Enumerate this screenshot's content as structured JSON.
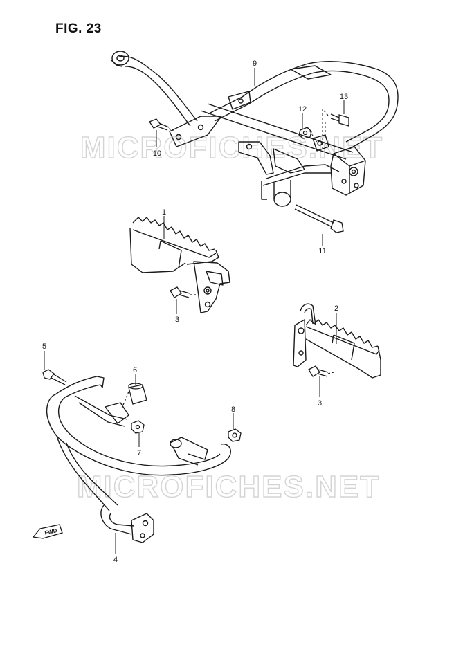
{
  "figure": {
    "title": "FIG. 23"
  },
  "watermarks": [
    "MICROFICHES.NET",
    "MICROFICHES.NET"
  ],
  "fwd_badge": "FWD",
  "callouts": [
    {
      "id": "c1",
      "label": "1"
    },
    {
      "id": "c2",
      "label": "2"
    },
    {
      "id": "c3a",
      "label": "3"
    },
    {
      "id": "c3b",
      "label": "3"
    },
    {
      "id": "c4",
      "label": "4"
    },
    {
      "id": "c5",
      "label": "5"
    },
    {
      "id": "c6",
      "label": "6"
    },
    {
      "id": "c7",
      "label": "7"
    },
    {
      "id": "c8",
      "label": "8"
    },
    {
      "id": "c9",
      "label": "9"
    },
    {
      "id": "c10",
      "label": "10"
    },
    {
      "id": "c11",
      "label": "11"
    },
    {
      "id": "c12",
      "label": "12"
    },
    {
      "id": "c13",
      "label": "13"
    }
  ],
  "colors": {
    "ink": "#1a1a1a",
    "watermark": "#d9d9d9"
  }
}
